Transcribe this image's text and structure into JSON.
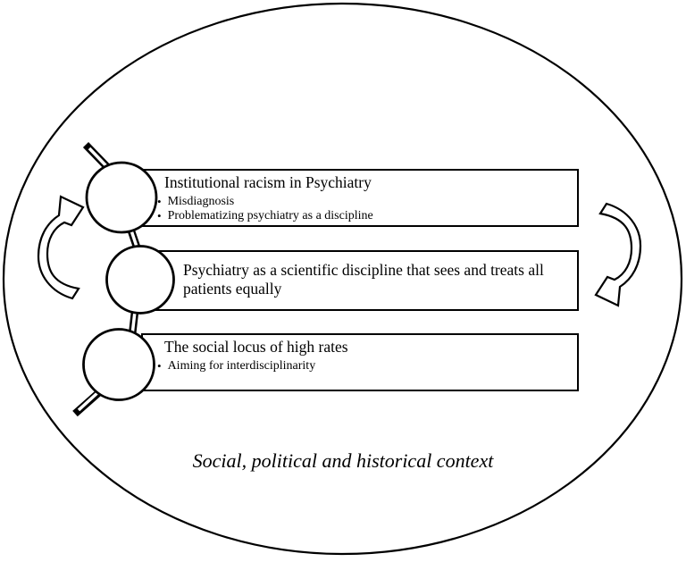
{
  "figure": {
    "context_label": "Social, political and historical context",
    "bullet": "•",
    "boxes": [
      {
        "title": "Institutional racism in Psychiatry",
        "bullets": [
          "Misdiagnosis",
          "Problematizing psychiatry as a discipline"
        ]
      },
      {
        "title": "Psychiatry as a scientific discipline that sees and treats all patients equally",
        "bullets": []
      },
      {
        "title": "The social locus of high rates",
        "bullets": [
          "Aiming for interdisciplinarity"
        ]
      }
    ],
    "colors": {
      "line": "#000000",
      "background": "#ffffff"
    }
  }
}
